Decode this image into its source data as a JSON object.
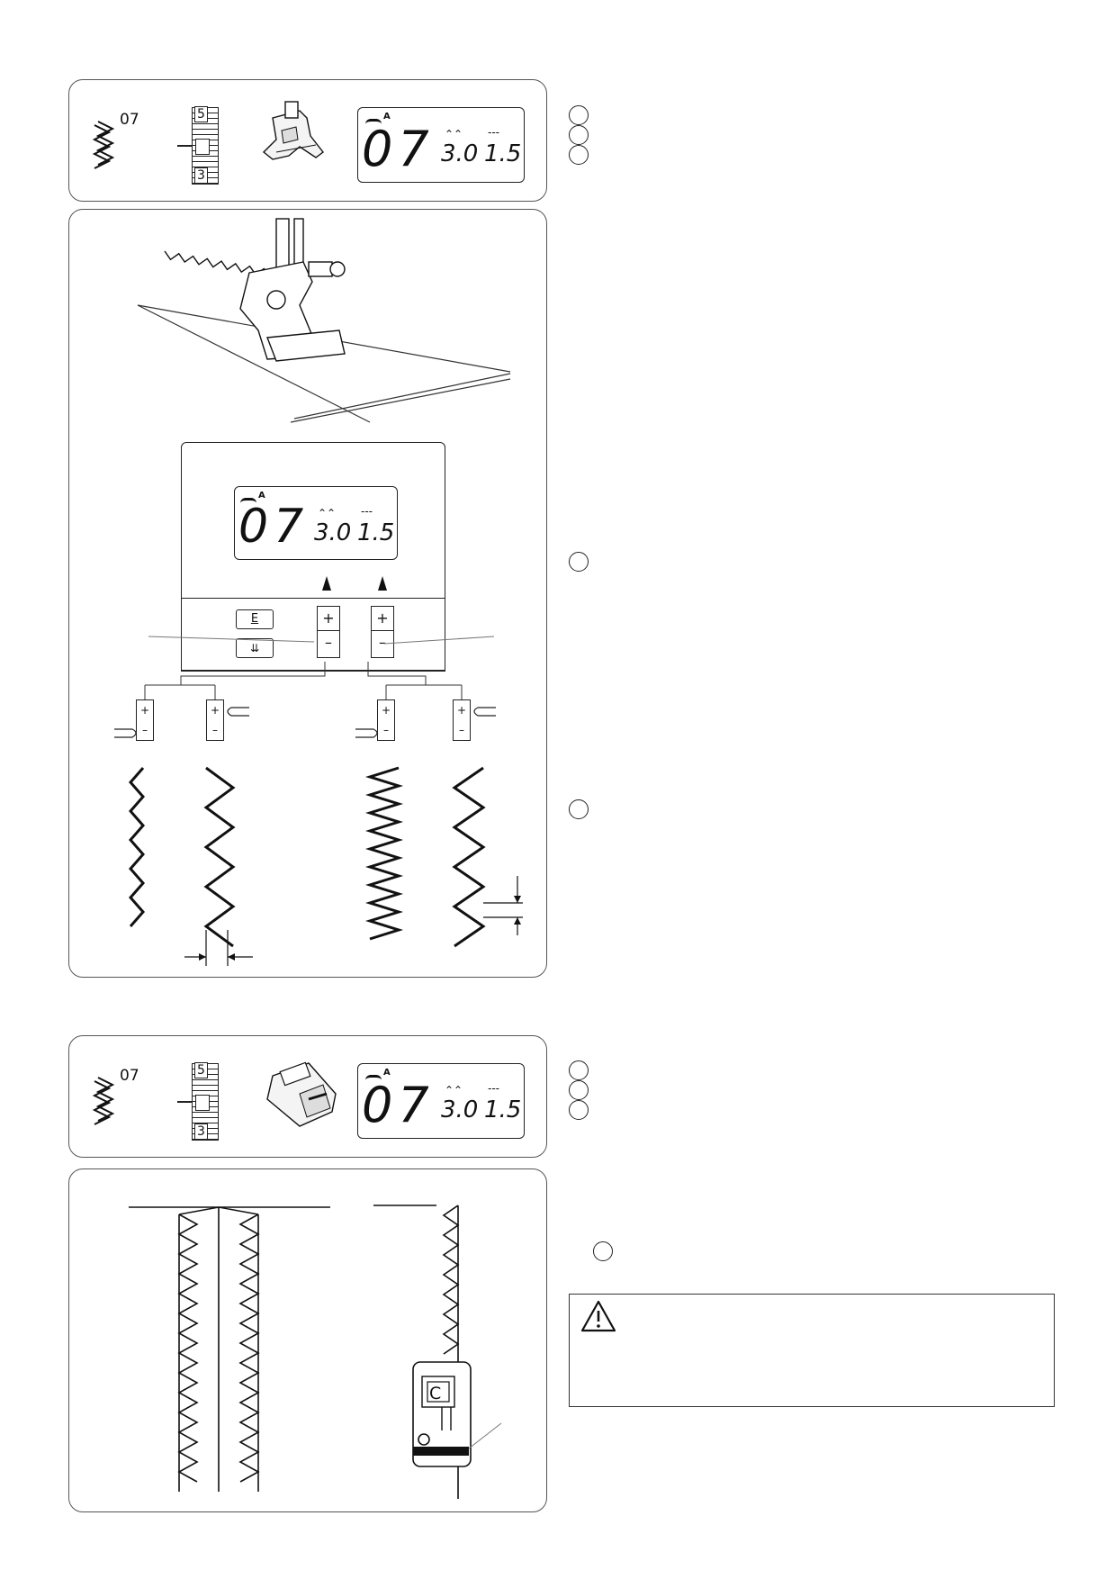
{
  "panels": {
    "top_settings": {
      "pattern_number": "07",
      "dial_top": "5",
      "dial_bottom": "3",
      "lcd_pattern": "07",
      "lcd_foot": "A",
      "lcd_width": "3.0",
      "lcd_length": "1.5"
    },
    "adjust_display": {
      "lcd_pattern": "07",
      "lcd_foot": "A",
      "lcd_width": "3.0",
      "lcd_length": "1.5",
      "plus": "+",
      "minus": "–",
      "key_e": "E",
      "key_needle": "⇊"
    },
    "bottom_settings": {
      "pattern_number": "07",
      "dial_top": "5",
      "dial_bottom": "3",
      "lcd_pattern": "07",
      "lcd_foot": "A",
      "lcd_width": "3.0",
      "lcd_length": "1.5"
    },
    "overcast": {
      "foot_letter": "C"
    }
  },
  "warning": {
    "icon": "warning-triangle-icon"
  }
}
